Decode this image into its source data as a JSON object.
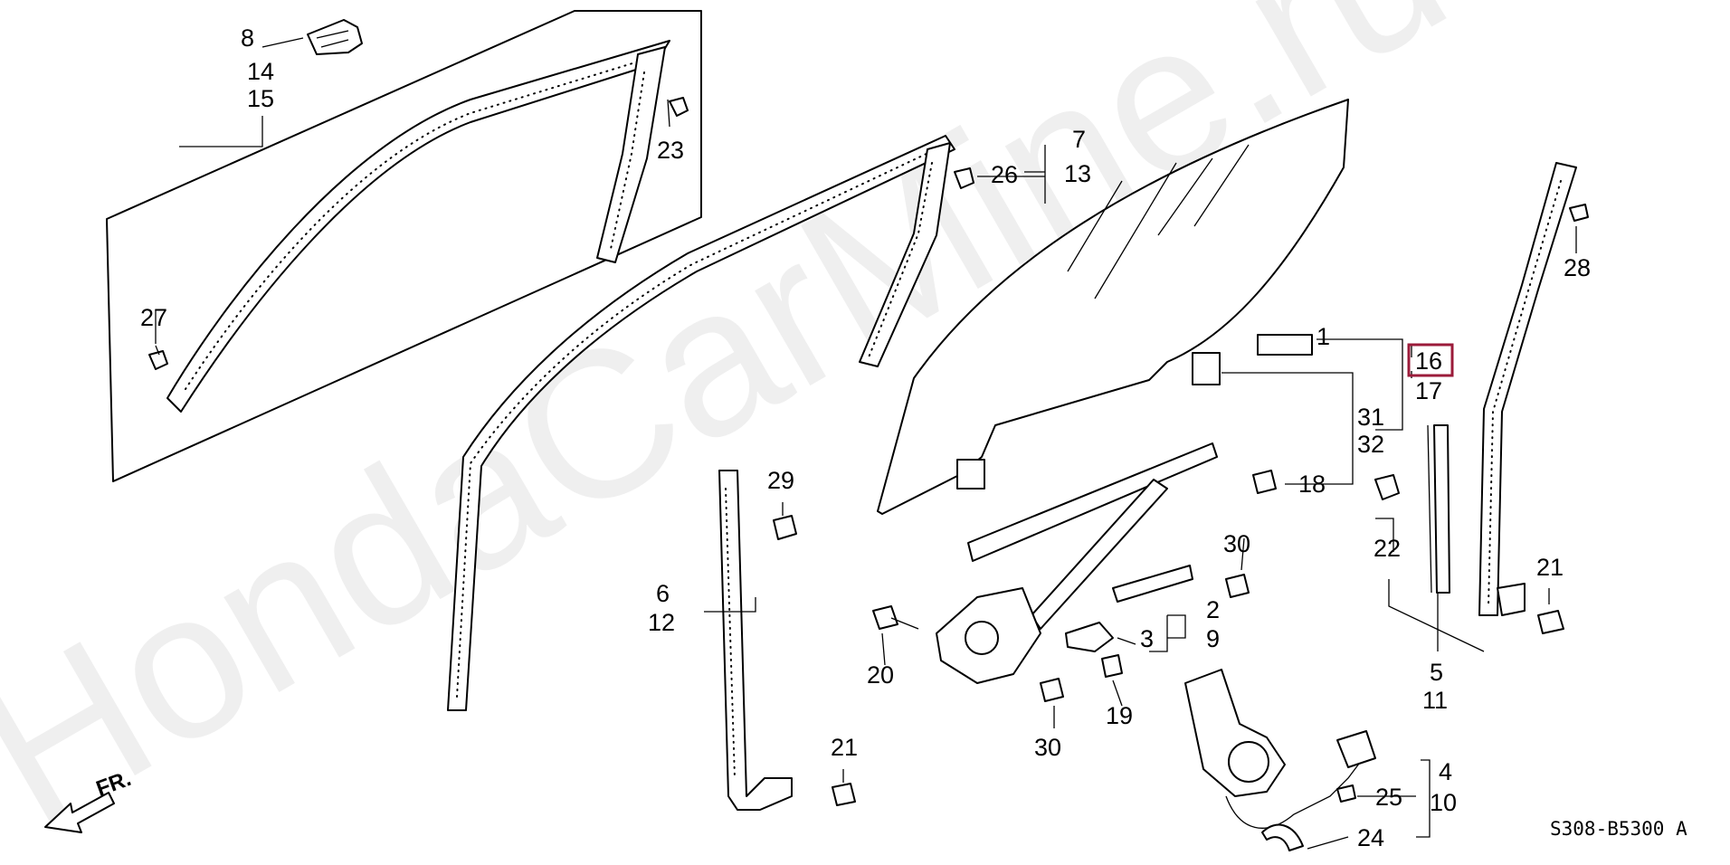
{
  "diagram": {
    "watermark": "HondaCarMine.ru",
    "diagram_code": "S308-B5300 A",
    "direction_label": "FR.",
    "highlighted_label": "16",
    "callouts": {
      "c1": "1",
      "c2": "2",
      "c3": "3",
      "c4": "4",
      "c5": "5",
      "c6": "6",
      "c7": "7",
      "c8": "8",
      "c9": "9",
      "c10": "10",
      "c11": "11",
      "c12": "12",
      "c13": "13",
      "c14": "14",
      "c15": "15",
      "c16": "16",
      "c17": "17",
      "c18": "18",
      "c19": "19",
      "c20": "20",
      "c21a": "21",
      "c21b": "21",
      "c22": "22",
      "c23": "23",
      "c24": "24",
      "c25": "25",
      "c26": "26",
      "c27": "27",
      "c28": "28",
      "c29": "29",
      "c30a": "30",
      "c30b": "30",
      "c31": "31",
      "c32": "32"
    }
  }
}
